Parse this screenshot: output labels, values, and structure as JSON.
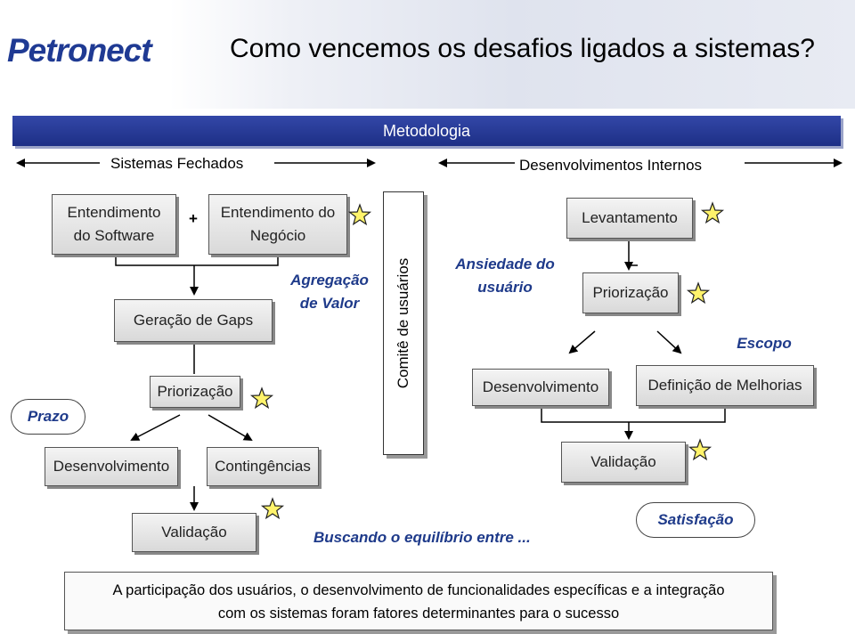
{
  "header": {
    "logo": "Petronect",
    "title": "Como vencemos os desafios ligados a sistemas?"
  },
  "banner": {
    "label": "Metodologia"
  },
  "left": {
    "range_label": "Sistemas Fechados",
    "software": "Entendimento do Software",
    "plus": "+",
    "negocio": "Entendimento do Negócio",
    "agregacao": "Agregação de Valor",
    "gaps": "Geração de Gaps",
    "priorizacao": "Priorização",
    "prazo": "Prazo",
    "desenvolvimento": "Desenvolvimento",
    "contingencias": "Contingências",
    "validacao": "Validação"
  },
  "center": {
    "comite": "Comitê de usuários",
    "buscando": "Buscando o equilíbrio entre ..."
  },
  "right": {
    "range_label": "Desenvolvimentos Internos",
    "levantamento": "Levantamento",
    "ansiedade": "Ansiedade do usuário",
    "priorizacao": "Priorização",
    "escopo": "Escopo",
    "desenvolvimento": "Desenvolvimento",
    "definicao": "Definição de Melhorias",
    "validacao": "Validação",
    "satisfacao": "Satisfação"
  },
  "footer": {
    "line1": "A participação dos usuários, o desenvolvimento de funcionalidades específicas e a integração",
    "line2": "com os sistemas foram fatores determinantes para o sucesso"
  },
  "colors": {
    "banner": "#1d2f86",
    "accent_text": "#1e3a8a",
    "star_fill": "#fff36b"
  }
}
